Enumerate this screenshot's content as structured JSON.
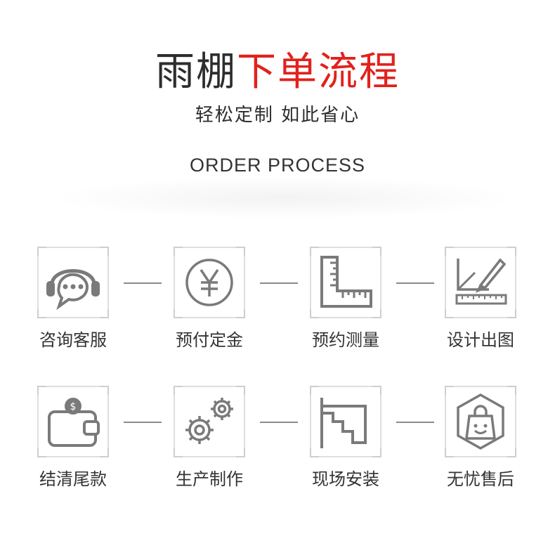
{
  "header": {
    "title_dark": "雨棚",
    "title_red": "下单流程",
    "subtitle": "轻松定制 如此省心",
    "english": "ORDER PROCESS"
  },
  "steps": [
    {
      "label": "咨询客服",
      "icon": "headset-chat-icon"
    },
    {
      "label": "预付定金",
      "icon": "yen-coin-icon"
    },
    {
      "label": "预约测量",
      "icon": "ruler-square-icon"
    },
    {
      "label": "设计出图",
      "icon": "design-pen-ruler-icon"
    },
    {
      "label": "结清尾款",
      "icon": "wallet-coin-icon"
    },
    {
      "label": "生产制作",
      "icon": "gears-icon"
    },
    {
      "label": "现场安装",
      "icon": "stairs-install-icon"
    },
    {
      "label": "无忧售后",
      "icon": "happy-bag-icon"
    }
  ],
  "colors": {
    "accent": "#e2211c",
    "text": "#2d2d2d",
    "icon": "#7a7a7a"
  },
  "yen_symbol": "¥"
}
